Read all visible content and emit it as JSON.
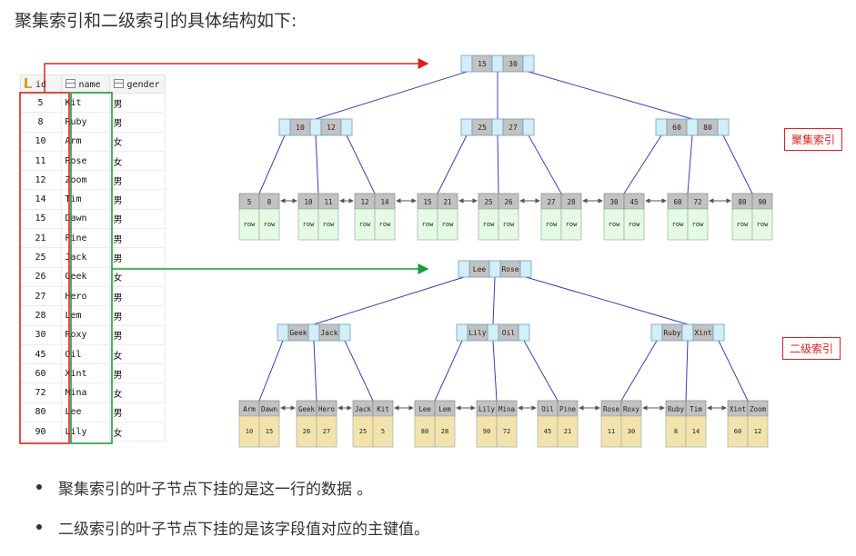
{
  "heading": "聚集索引和二级索引的具体结构如下:",
  "table": {
    "columns": [
      "id",
      "name",
      "gender"
    ],
    "rows": [
      [
        "5",
        "Kit",
        "男"
      ],
      [
        "8",
        "Ruby",
        "男"
      ],
      [
        "10",
        "Arm",
        "女"
      ],
      [
        "11",
        "Rose",
        "女"
      ],
      [
        "12",
        "Zoom",
        "男"
      ],
      [
        "14",
        "Tim",
        "男"
      ],
      [
        "15",
        "Dawn",
        "男"
      ],
      [
        "21",
        "Pine",
        "男"
      ],
      [
        "25",
        "Jack",
        "男"
      ],
      [
        "26",
        "Geek",
        "女"
      ],
      [
        "27",
        "Hero",
        "男"
      ],
      [
        "28",
        "Lem",
        "男"
      ],
      [
        "30",
        "Roxy",
        "男"
      ],
      [
        "45",
        "Oil",
        "女"
      ],
      [
        "60",
        "Xint",
        "男"
      ],
      [
        "72",
        "Mina",
        "女"
      ],
      [
        "80",
        "Lee",
        "男"
      ],
      [
        "90",
        "Lily",
        "女"
      ]
    ]
  },
  "clustered": {
    "label": "聚集索引",
    "root": [
      "15",
      "30"
    ],
    "internal": [
      [
        "10",
        "12"
      ],
      [
        "25",
        "27"
      ],
      [
        "60",
        "80"
      ]
    ],
    "leaves": [
      {
        "keys": [
          "5",
          "8"
        ],
        "data": [
          "row",
          "row"
        ]
      },
      {
        "keys": [
          "10",
          "11"
        ],
        "data": [
          "row",
          "row"
        ]
      },
      {
        "keys": [
          "12",
          "14"
        ],
        "data": [
          "row",
          "row"
        ]
      },
      {
        "keys": [
          "15",
          "21"
        ],
        "data": [
          "row",
          "row"
        ]
      },
      {
        "keys": [
          "25",
          "26"
        ],
        "data": [
          "row",
          "row"
        ]
      },
      {
        "keys": [
          "27",
          "28"
        ],
        "data": [
          "row",
          "row"
        ]
      },
      {
        "keys": [
          "30",
          "45"
        ],
        "data": [
          "row",
          "row"
        ]
      },
      {
        "keys": [
          "60",
          "72"
        ],
        "data": [
          "row",
          "row"
        ]
      },
      {
        "keys": [
          "80",
          "90"
        ],
        "data": [
          "row",
          "row"
        ]
      }
    ]
  },
  "secondary": {
    "label": "二级索引",
    "root": [
      "Lee",
      "Rose"
    ],
    "internal": [
      [
        "Geek",
        "Jack"
      ],
      [
        "Lily",
        "Oil"
      ],
      [
        "Ruby",
        "Xint"
      ]
    ],
    "leaves": [
      {
        "keys": [
          "Arm",
          "Dawn"
        ],
        "data": [
          "10",
          "15"
        ]
      },
      {
        "keys": [
          "Geek",
          "Hero"
        ],
        "data": [
          "26",
          "27"
        ]
      },
      {
        "keys": [
          "Jack",
          "Kit"
        ],
        "data": [
          "25",
          "5"
        ]
      },
      {
        "keys": [
          "Lee",
          "Lem"
        ],
        "data": [
          "80",
          "28"
        ]
      },
      {
        "keys": [
          "Lily",
          "Mina"
        ],
        "data": [
          "90",
          "72"
        ]
      },
      {
        "keys": [
          "Oil",
          "Pine"
        ],
        "data": [
          "45",
          "21"
        ]
      },
      {
        "keys": [
          "Rose",
          "Roxy"
        ],
        "data": [
          "11",
          "30"
        ]
      },
      {
        "keys": [
          "Ruby",
          "Tim"
        ],
        "data": [
          "8",
          "14"
        ]
      },
      {
        "keys": [
          "Xint",
          "Zoom"
        ],
        "data": [
          "60",
          "12"
        ]
      }
    ]
  },
  "bullets": [
    "聚集索引的叶子节点下挂的是这一行的数据 。",
    "二级索引的叶子节点下挂的是该字段值对应的主键值。"
  ],
  "colors": {
    "node_light": "#d4eef8",
    "node_key": "#c2c2c2",
    "row_data": "#e2fbe2",
    "pk_data": "#f2e3ad",
    "edge": "#3d3db8",
    "clustered_arrow": "#e02020",
    "secondary_arrow": "#1a9c3a"
  }
}
